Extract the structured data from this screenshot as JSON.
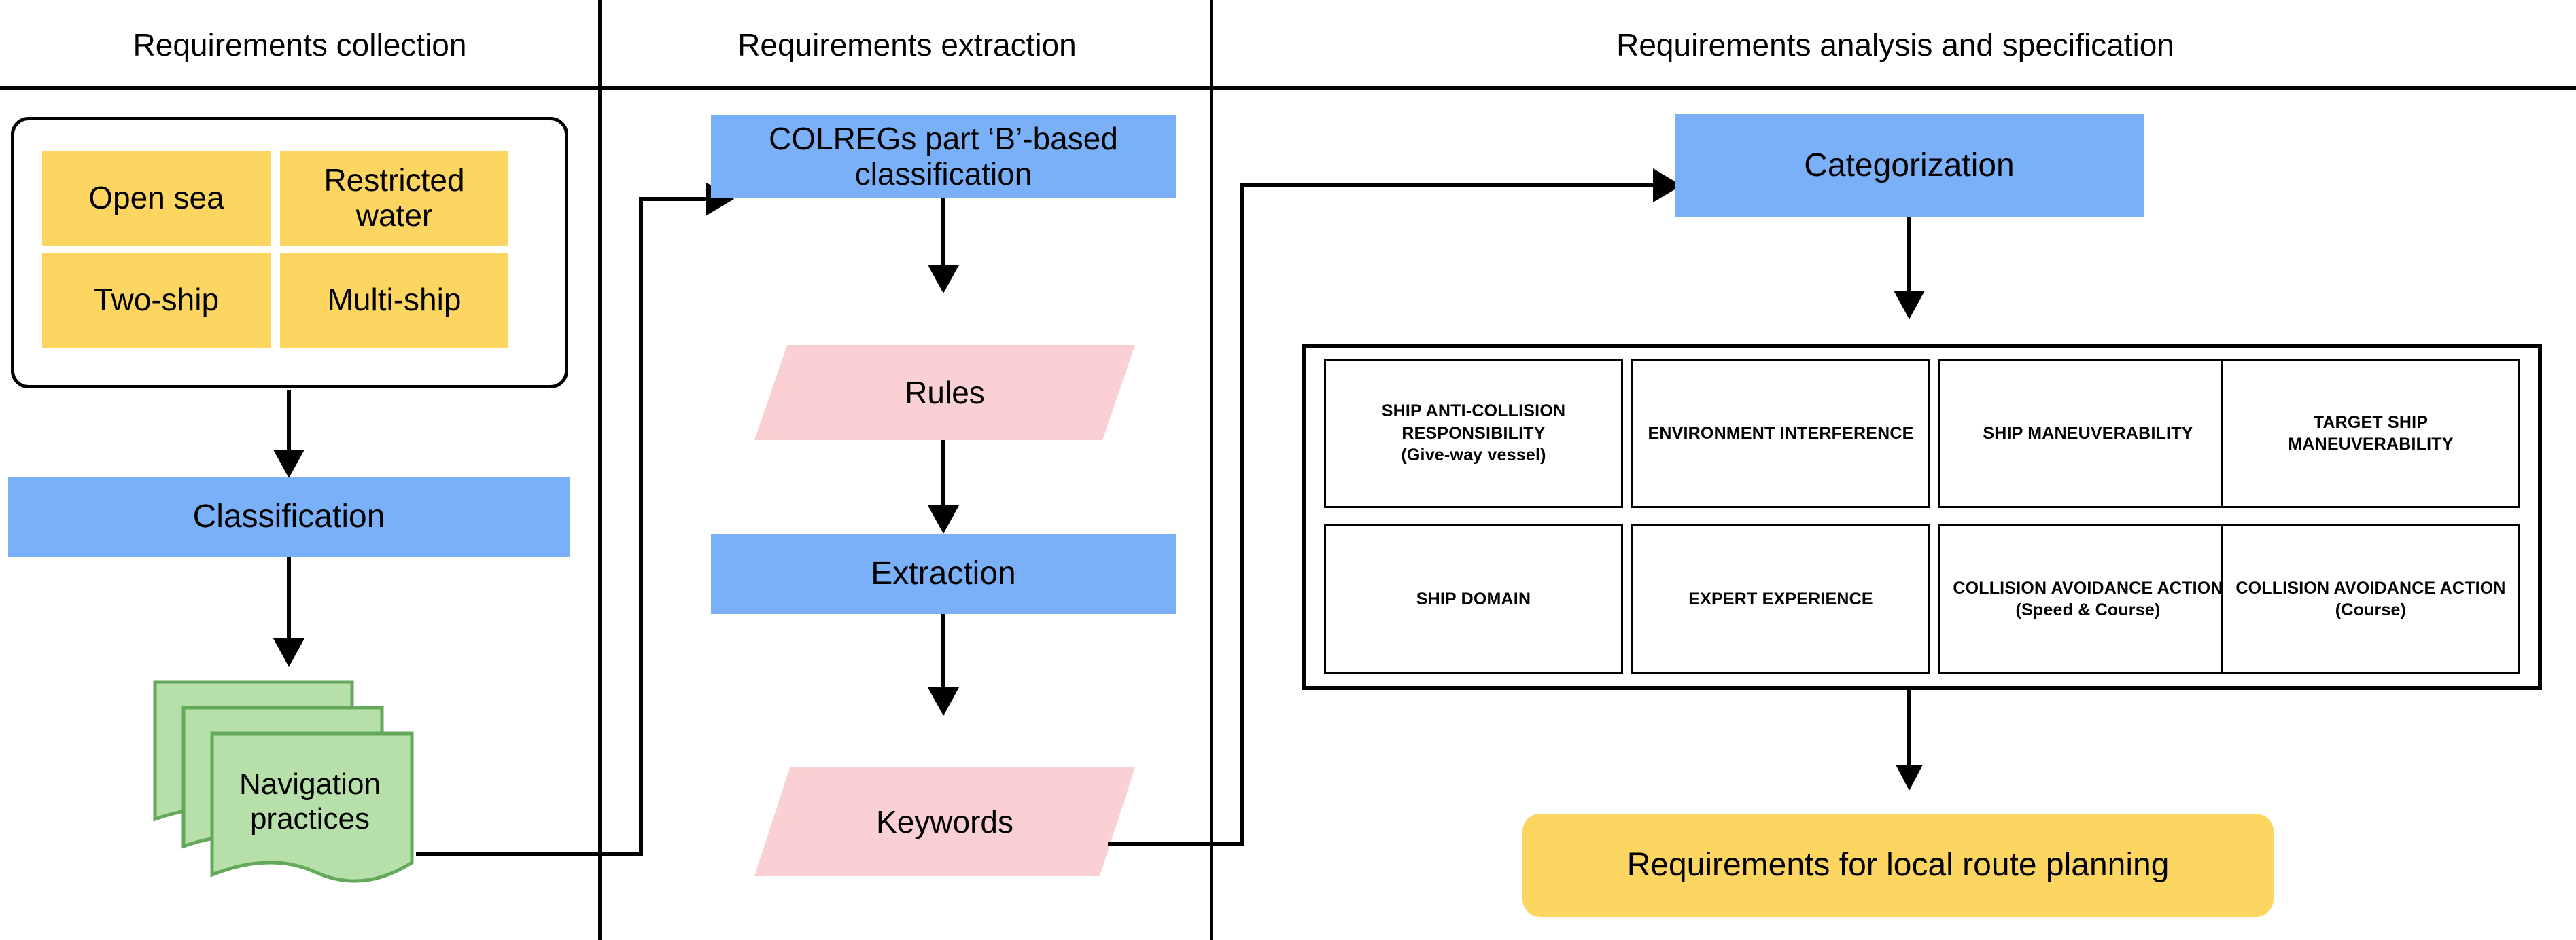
{
  "lanes": [
    {
      "title": "Requirements collection"
    },
    {
      "title": "Requirements extraction"
    },
    {
      "title": "Requirements analysis and specification"
    }
  ],
  "collection": {
    "matrix": [
      {
        "label": "Open sea"
      },
      {
        "label": "Restricted water"
      },
      {
        "label": "Two-ship"
      },
      {
        "label": "Multi-ship"
      }
    ],
    "classification": "Classification",
    "navigation_practices": "Navigation practices"
  },
  "extraction": {
    "colregs": "COLREGs part ‘B’-based classification",
    "rules": "Rules",
    "extraction": "Extraction",
    "keywords": "Keywords"
  },
  "analysis": {
    "categorization": "Categorization",
    "categories": [
      {
        "main": "SHIP ANTI-COLLISION RESPONSIBILITY",
        "sub": "(Give-way vessel)"
      },
      {
        "main": "ENVIRONMENT INTERFERENCE",
        "sub": ""
      },
      {
        "main": "SHIP MANEUVERABILITY",
        "sub": ""
      },
      {
        "main": "TARGET SHIP MANEUVERABILITY",
        "sub": ""
      },
      {
        "main": "SHIP DOMAIN",
        "sub": ""
      },
      {
        "main": "EXPERT EXPERIENCE",
        "sub": ""
      },
      {
        "main": "COLLISION AVOIDANCE ACTION",
        "sub": "(Speed & Course)"
      },
      {
        "main": "COLLISION AVOIDANCE ACTION",
        "sub": "(Course)"
      }
    ],
    "outcome": "Requirements for local route planning"
  },
  "colors": {
    "blue": "#7AB0F8",
    "yellow": "#FCD661",
    "pink": "#FBD0D4",
    "green_fill": "#B7DFA9",
    "green_stroke": "#64A95A",
    "line": "#000000"
  }
}
